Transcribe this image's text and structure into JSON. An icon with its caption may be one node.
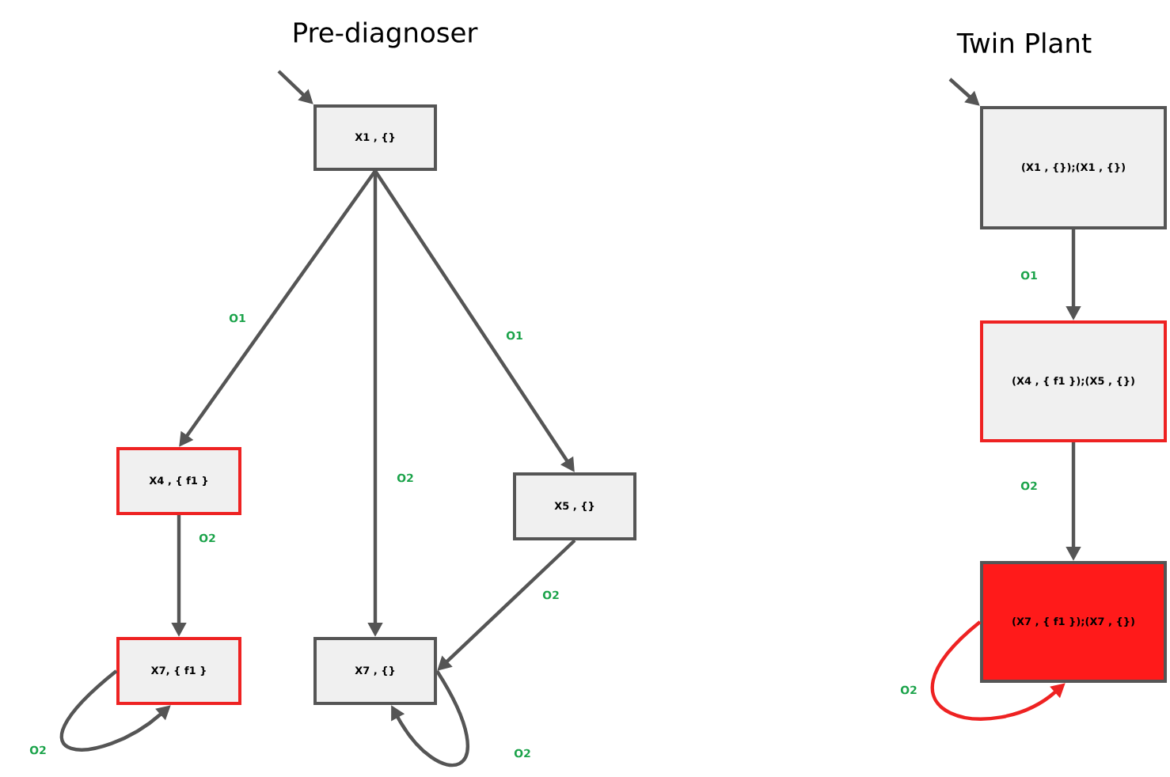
{
  "diagram": {
    "nodes": [
      {
        "text": [
          "X1 , {}"
        ]
      },
      {
        "text": [
          "X4 , { f1 }"
        ]
      },
      {
        "text": [
          "X5 , {}"
        ]
      },
      {
        "text": [
          "X7, { f1 }"
        ]
      },
      {
        "text": [
          "X7 , {}"
        ]
      },
      {
        "text": [
          "(X1 , {});(X1 , {})"
        ]
      },
      {
        "text": [
          "(X4 , { f1 });(X5 , {})"
        ]
      },
      {
        "text": [
          "(X7 , { f1 });(X7 , {})"
        ]
      }
    ],
    "edges": [
      {
        "from": null,
        "to": 0,
        "arrow": "to"
      },
      {
        "from": 0,
        "to": 1,
        "arrow": "to",
        "label": "O1"
      },
      {
        "from": 0,
        "to": 4,
        "arrow": "to",
        "label": "O2"
      },
      {
        "from": 0,
        "to": 2,
        "arrow": "to",
        "label": "O1"
      },
      {
        "from": 1,
        "to": 3,
        "arrow": "to",
        "label": "O2"
      },
      {
        "from": 2,
        "to": 4,
        "arrow": "to",
        "label": "O2"
      },
      {
        "from": 3,
        "to": 3,
        "arrow": "to",
        "label": "O2"
      },
      {
        "from": 4,
        "to": 4,
        "arrow": "to",
        "label": "O2"
      },
      {
        "from": null,
        "to": 5,
        "arrow": "to"
      },
      {
        "from": 5,
        "to": 6,
        "arrow": "to",
        "label": "O1"
      },
      {
        "from": 6,
        "to": 7,
        "arrow": "to",
        "label": "O2"
      },
      {
        "from": 7,
        "to": 7,
        "arrow": "to",
        "label": "O2",
        "color": "#ee2222"
      }
    ],
    "labels": [
      "Pre-diagnoser",
      "Twin Plant"
    ]
  }
}
